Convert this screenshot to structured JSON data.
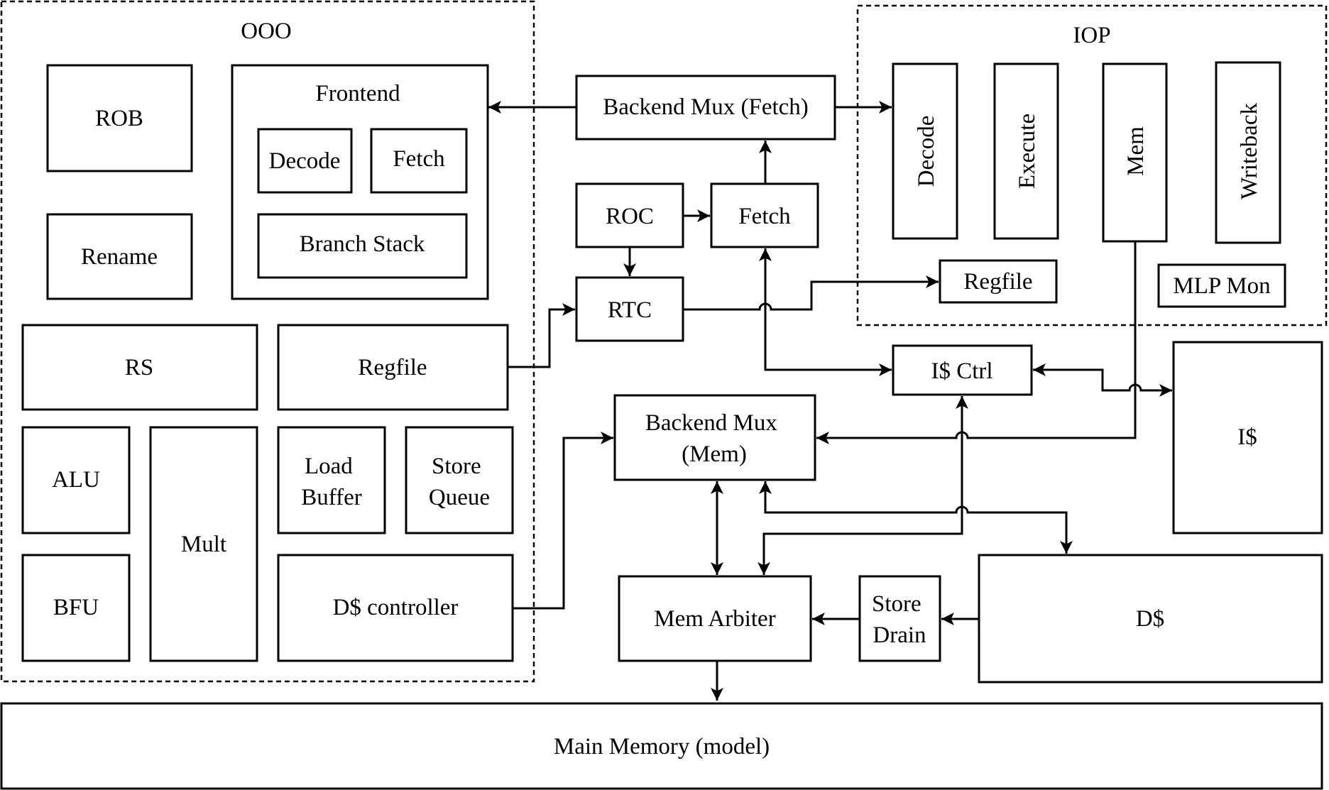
{
  "groups": {
    "ooo": "OOO",
    "iop": "IOP"
  },
  "ooo": {
    "rob": "ROB",
    "rename": "Rename",
    "frontend": {
      "title": "Frontend",
      "decode": "Decode",
      "fetch": "Fetch",
      "branch_stack": "Branch Stack"
    },
    "rs": "RS",
    "regfile": "Regfile",
    "alu": "ALU",
    "bfu": "BFU",
    "mult": "Mult",
    "load_buffer": [
      "Load",
      "Buffer"
    ],
    "store_queue": [
      "Store",
      "Queue"
    ],
    "dcache_controller": "D$ controller"
  },
  "center": {
    "backend_mux_fetch": "Backend Mux (Fetch)",
    "roc": "ROC",
    "fetch": "Fetch",
    "rtc": "RTC",
    "backend_mux_mem": [
      "Backend Mux",
      "(Mem)"
    ],
    "icache_ctrl": "I$ Ctrl",
    "mem_arbiter": "Mem Arbiter",
    "store_drain": [
      "Store",
      "Drain"
    ]
  },
  "iop": {
    "decode": "Decode",
    "execute": "Execute",
    "mem": "Mem",
    "writeback": "Writeback",
    "regfile": "Regfile",
    "mlp_mon": "MLP Mon"
  },
  "right": {
    "icache": "I$",
    "dcache": "D$"
  },
  "main_memory": "Main Memory (model)"
}
